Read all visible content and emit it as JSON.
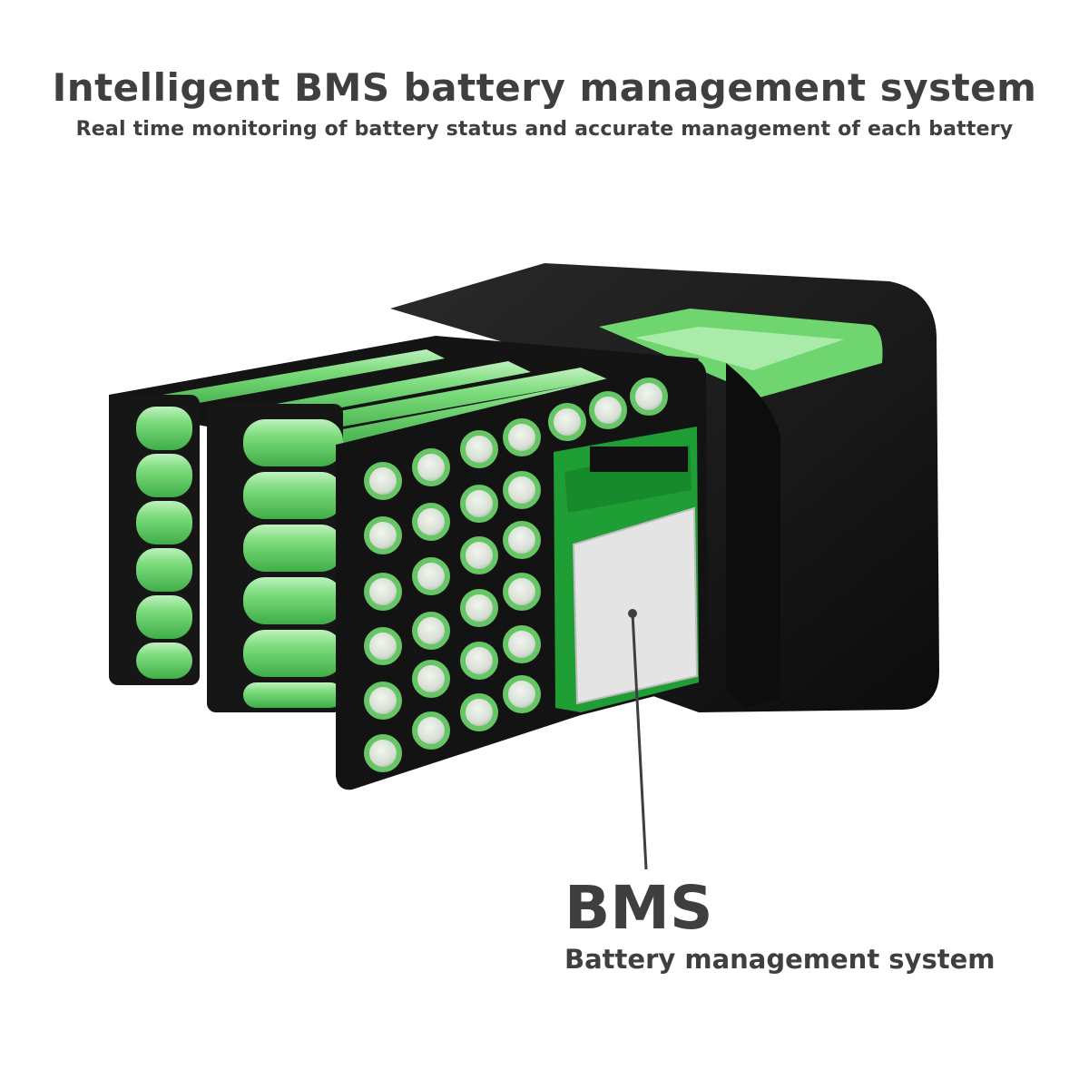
{
  "header": {
    "title": "Intelligent BMS battery management system",
    "subtitle": "Real time monitoring of battery status and accurate management of each battery"
  },
  "callout": {
    "label": "BMS",
    "caption": "Battery management system"
  },
  "colors": {
    "text": "#3f3f3f",
    "case": "#161616",
    "cell_green": "#58c95f",
    "cell_light": "#bff1bd",
    "board": "#1f9e36",
    "chip": "#e6e6e6"
  }
}
